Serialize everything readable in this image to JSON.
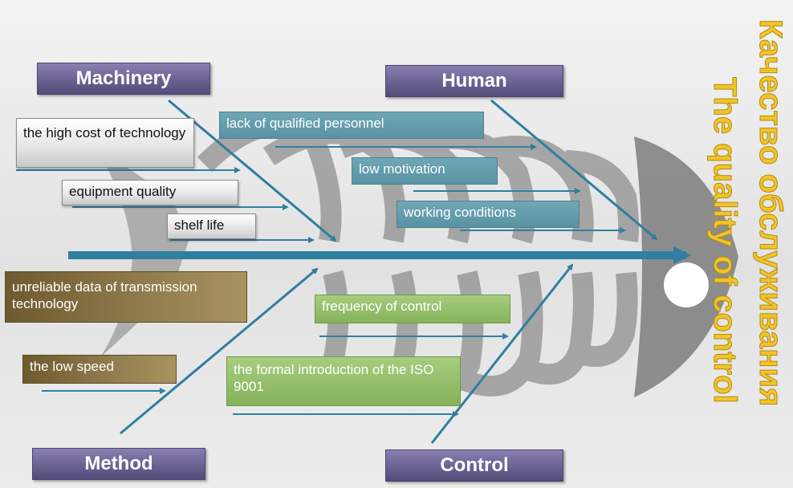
{
  "categories": {
    "machinery": "Machinery",
    "human": "Human",
    "method": "Method",
    "control": "Control"
  },
  "causes": {
    "high_cost": "the high cost of technology",
    "equipment_quality": "equipment quality",
    "shelf_life": "shelf life",
    "lack_personnel": "lack of qualified personnel",
    "low_motivation": "low motivation",
    "working_conditions": "working conditions",
    "unreliable_data": "unreliable data of transmission technology",
    "low_speed": "the low speed",
    "frequency_control": "frequency of control",
    "iso_9001": "the formal introduction of the ISO 9001"
  },
  "titles": {
    "russian": "Качество обслуживания",
    "english": "The quality of control"
  },
  "colors": {
    "category": "#6f6798",
    "machinery_causes": "#e4e4e4",
    "human_causes": "#5993a3",
    "method_causes": "#8f7a4c",
    "control_causes": "#86b25b",
    "title": "#f1c42a",
    "arrows": "#2f7fa0"
  }
}
